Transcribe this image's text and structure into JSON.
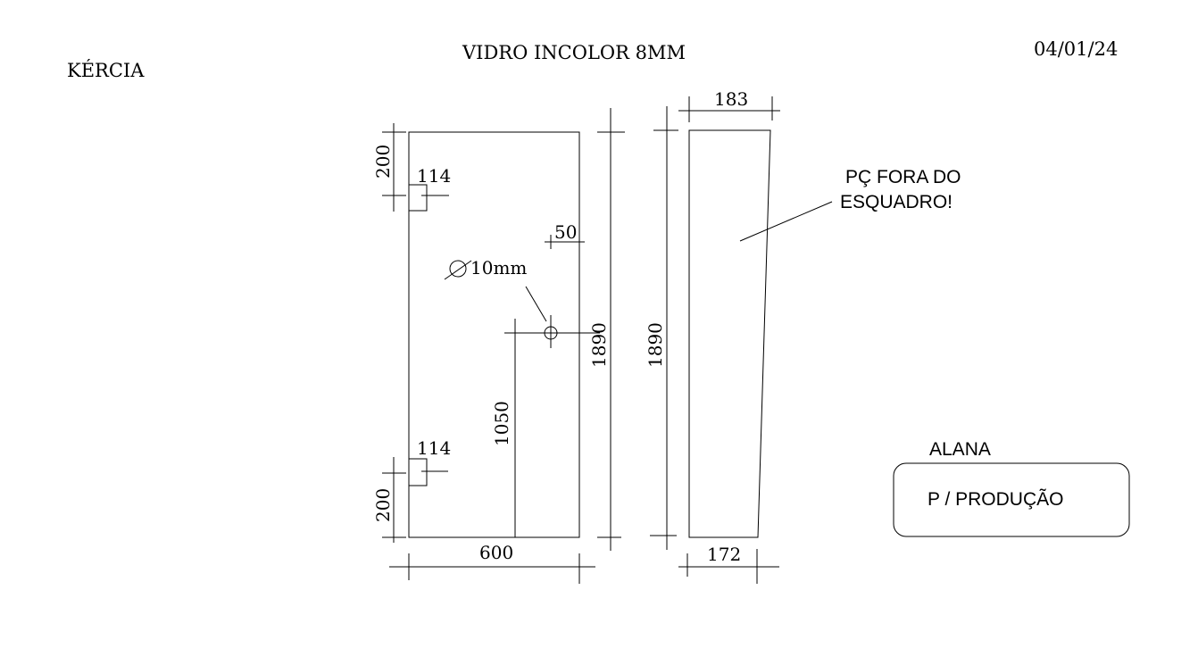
{
  "header": {
    "client": "KÉRCIA",
    "material": "VIDRO INCOLOR 8MM",
    "date": "04/01/24"
  },
  "piece_left": {
    "width": "600",
    "height": "1890",
    "hinge_top_offset": "200",
    "hinge_top_width": "114",
    "hinge_bottom_offset": "200",
    "hinge_bottom_width": "114",
    "hole_height": "1050",
    "hole_edge_offset": "50",
    "hole_diameter": "∅10mm"
  },
  "piece_right": {
    "top_width": "183",
    "bottom_width": "172",
    "height": "1890",
    "note_line1": "PÇ FORA DO",
    "note_line2": "ESQUADRO!"
  },
  "footer": {
    "author": "ALANA",
    "stamp": "P / PRODUÇÃO"
  }
}
